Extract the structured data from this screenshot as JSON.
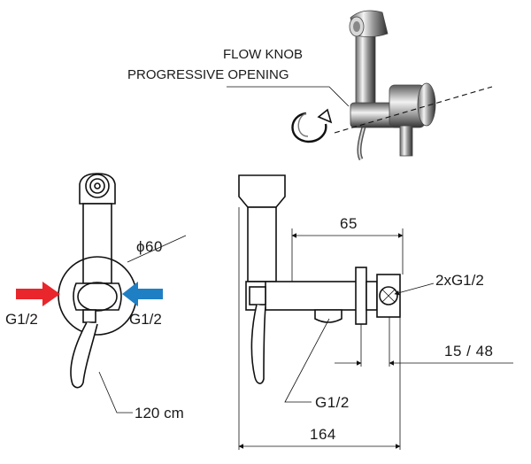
{
  "labels": {
    "flow_knob": "FLOW KNOB",
    "progressive_opening": "PROGRESSIVE OPENING",
    "diameter": "ϕ60",
    "inlet_left": "G1/2",
    "inlet_right": "G1/2",
    "hose_length": "120 cm",
    "dim_65": "65",
    "connection": "2xG1/2",
    "dim_15_48": "15 / 48",
    "outlet": "G1/2",
    "dim_164": "164"
  },
  "colors": {
    "arrow_hot": "#e8262b",
    "arrow_cold": "#1f7fc4",
    "line": "#111111",
    "chrome_dark": "#3a3a3a",
    "chrome_light": "#e6e6e6"
  },
  "icons": {
    "rotation": "rotate-arrow-icon",
    "inlet_hot": "arrow-right-icon",
    "inlet_cold": "arrow-left-icon"
  }
}
